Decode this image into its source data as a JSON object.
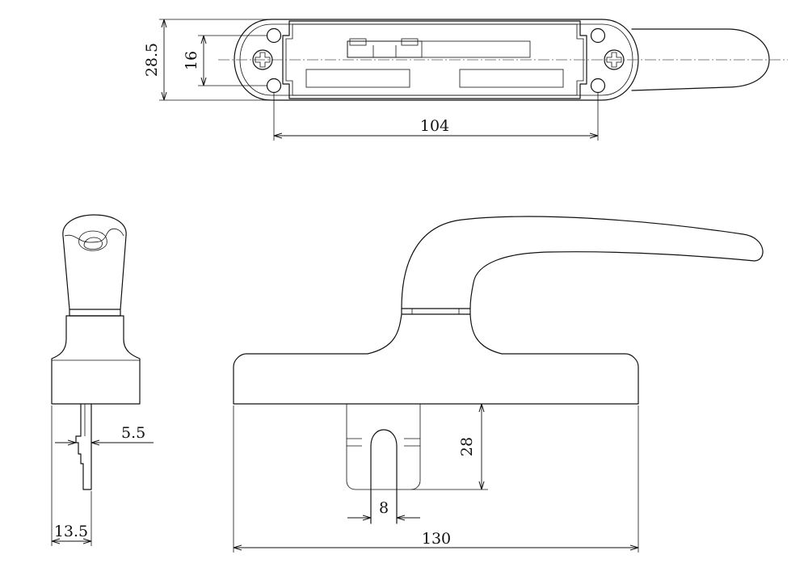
{
  "dimensions": {
    "plate_width": "28.5",
    "screw_spacing_vertical": "16",
    "screw_spacing_horizontal": "104",
    "spindle_offset": "5.5",
    "base_depth": "13.5",
    "spindle_length": "28",
    "spindle_width": "8",
    "overall_length": "130"
  }
}
